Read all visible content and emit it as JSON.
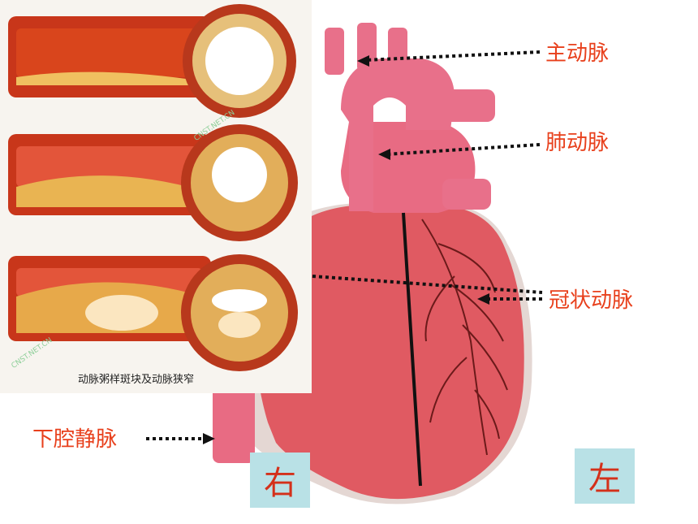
{
  "labels": {
    "aorta": "主动脉",
    "pulmonary_artery": "肺动脉",
    "coronary_artery": "冠状动脉",
    "inferior_vena_cava": "下腔静脉"
  },
  "sides": {
    "right": "右",
    "left": "左"
  },
  "inset": {
    "caption": "动脉粥样斑块及动脉狭窄",
    "watermark": "CNST.NET.CN"
  },
  "colors": {
    "label_text": "#e8401c",
    "side_box_bg": "#b9e1e6",
    "heart": "#e05a62",
    "vessel": "#e86b83"
  }
}
